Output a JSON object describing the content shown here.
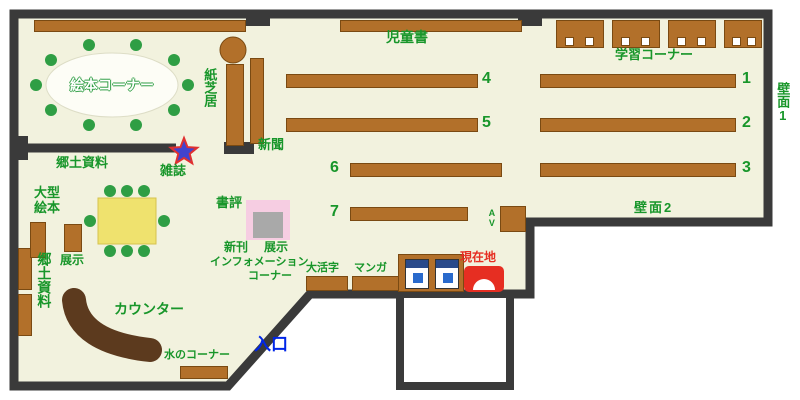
{
  "labels": {
    "children_books": "児童書",
    "study_corner": "学習コーナー",
    "wall_1": "壁面1",
    "wall_2": "壁面2",
    "picture_book_corner": "絵本コーナー",
    "kamishibai": "紙芝居",
    "newspaper": "新聞",
    "local_history_upper": "郷土資料",
    "magazines": "雑誌",
    "large_picture_books_line1": "大型",
    "large_picture_books_line2": "絵本",
    "exhibit_left": "展示",
    "local_history_left": "郷土資料",
    "book_review": "書評",
    "new_arrivals": "新刊",
    "exhibit_center": "展示",
    "information_line1": "インフォメーション",
    "information_line2": "コーナー",
    "large_print": "大活字",
    "manga": "マンガ",
    "av": "AV",
    "current_location": "現在地",
    "counter": "カウンター",
    "water_corner": "水のコーナー",
    "entrance": "入口"
  },
  "shelf_numbers": [
    "1",
    "2",
    "3",
    "4",
    "5",
    "6",
    "7"
  ],
  "icons": {
    "magazine_marker": "star-icon",
    "current_location_marker": "location-marker"
  },
  "colors": {
    "floor": "#f2f2de",
    "wall": "#3a3a3a",
    "shelf_brown": "#b2702a",
    "counter_brown": "#5c3a1e",
    "label_green": "#18962a",
    "entrance_blue": "#0026e8",
    "location_red": "#e62e22",
    "display_pink": "#f6cde2",
    "table_yellow": "#efe26e",
    "chair_green": "#2f9e44"
  }
}
